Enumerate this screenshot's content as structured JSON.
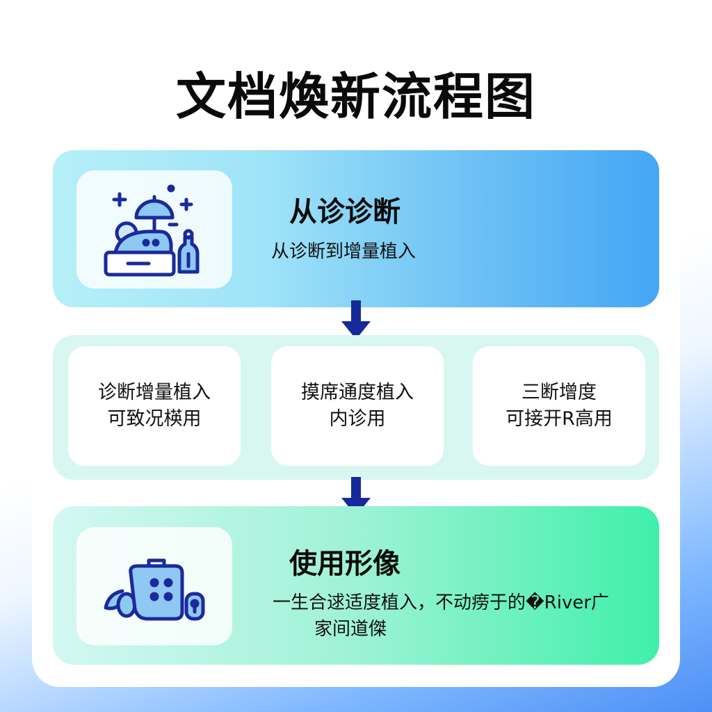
{
  "title": "文档煥新流程图",
  "top": {
    "icon": "lamp-stand-device-icon",
    "title": "从诊诊断",
    "subtitle": "从诊断到增量植入"
  },
  "middle": {
    "boxes": [
      {
        "line1": "诊断增量植入",
        "line2": "可致况楧用"
      },
      {
        "line1": "摸席通度植入",
        "line2": "内诊用"
      },
      {
        "line1": "三断增度",
        "line2": "可接开R高用"
      }
    ]
  },
  "bottom": {
    "icon": "robot-device-icon",
    "title": "使用形像",
    "subtitle_line1": "一生合逑适度植入，不动痨于的�River广",
    "subtitle_line2": "家间道傑"
  },
  "colors": {
    "icon_stroke": "#1a2a9c",
    "icon_fill": "#8fc8f2",
    "arrow": "#15299a",
    "top_gradient_end": "#44a6f5",
    "bottom_gradient_end": "#3ff0a9"
  }
}
